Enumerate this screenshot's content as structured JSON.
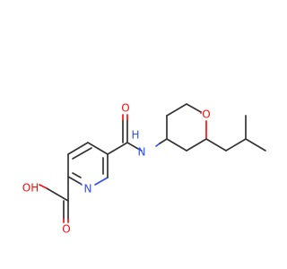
{
  "molecule": {
    "atoms": {
      "carbonyl_oxygen": "O",
      "amide_nitrogen": "N",
      "amide_hydrogen": "H",
      "ring_oxygen": "O",
      "pyridine_nitrogen": "N",
      "hydroxyl": "OH",
      "acid_oxygen": "O"
    },
    "colors": {
      "bond": "#333333",
      "nitrogen": "#3050f8",
      "oxygen": "#ff0d0d"
    }
  }
}
